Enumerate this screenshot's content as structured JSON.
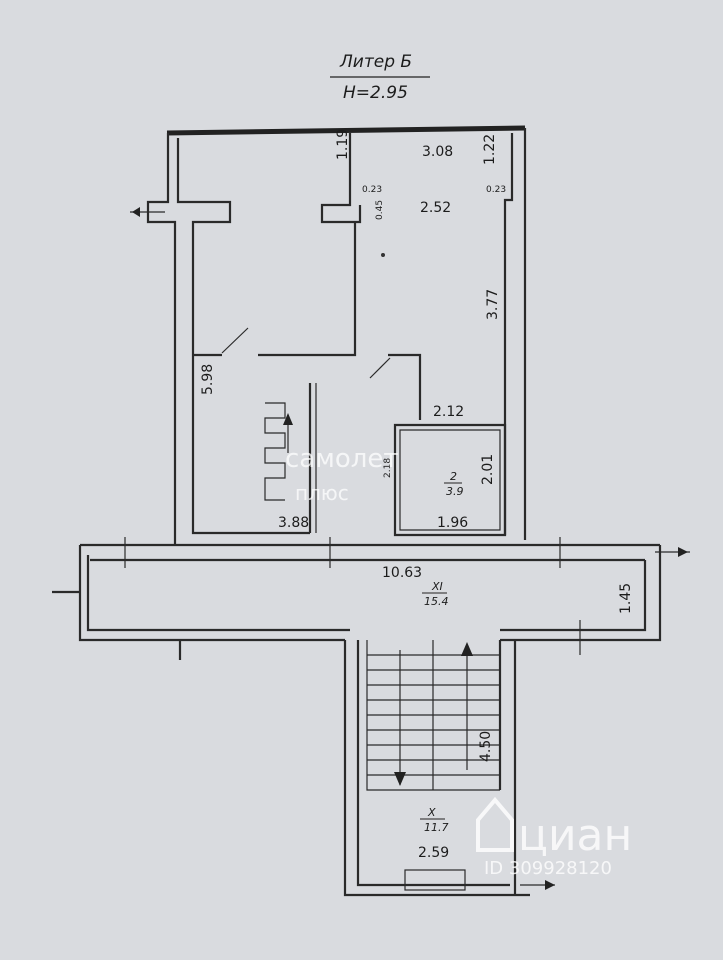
{
  "header": {
    "title": "Литер Б",
    "height": "H=2.95"
  },
  "dimensions": {
    "top_width": "3.08",
    "left_niche": "1.19",
    "right_niche": "1.22",
    "small_a": "0.23",
    "small_b": "0.23",
    "small_c": "0.45",
    "room_area_top": "2.52",
    "right_wall": "3.77",
    "left_wall": "5.98",
    "wc_width_top": "2.12",
    "wc_height_left": "2.18",
    "wc_height_right": "2.01",
    "wc_width_bottom": "1.96",
    "bottom_left": "3.88",
    "corridor_length": "10.63",
    "corridor_width": "1.45",
    "stair_length": "4.50",
    "stair_width": "2.59"
  },
  "rooms": {
    "wc_number": "2",
    "wc_area": "3.9",
    "corridor_number": "XI",
    "corridor_area": "15.4",
    "stair_number": "X",
    "stair_area": "11.7"
  },
  "watermarks": {
    "samolet_line1": "самолет",
    "samolet_line2": "плюс",
    "cian": "циан",
    "cian_id": "ID 309928120"
  }
}
